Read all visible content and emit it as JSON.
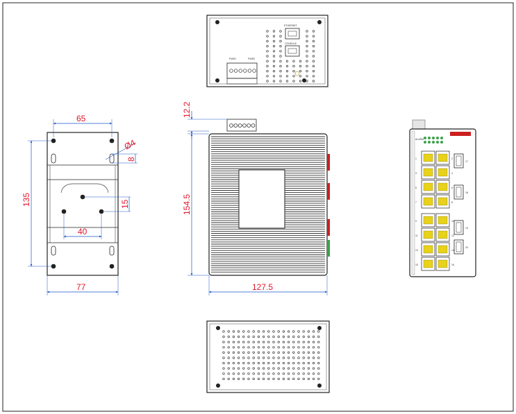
{
  "dimensions": {
    "bracket_width_top": "65",
    "bracket_height": "135",
    "hole_diameter": "Ø4",
    "hole_offset": "8",
    "mid_gap": "15",
    "mid_width": "40",
    "bracket_width_bottom": "77",
    "terminal_height": "12.2",
    "side_height": "154.5",
    "side_depth": "127.5"
  },
  "labels": {
    "ethernet": "ETHERNET",
    "console": "CONSOLE",
    "pwr1": "PWR1",
    "pwr2": "PWR2",
    "alarm": "ALARM"
  },
  "front_ports": {
    "left_numbers": [
      "1",
      "3",
      "5",
      "7",
      "9",
      "11",
      "13",
      "15"
    ],
    "right_numbers": [
      "2",
      "4",
      "6",
      "8",
      "10",
      "12",
      "14",
      "16"
    ],
    "sfp_numbers": [
      "17",
      "18",
      "19",
      "20"
    ]
  },
  "colors": {
    "dimension": "#e0142a",
    "outline": "#1a1a1a",
    "port_yellow": "#e8d21a",
    "accent_red": "#cc1f1f",
    "led_green": "#3aa34a"
  }
}
